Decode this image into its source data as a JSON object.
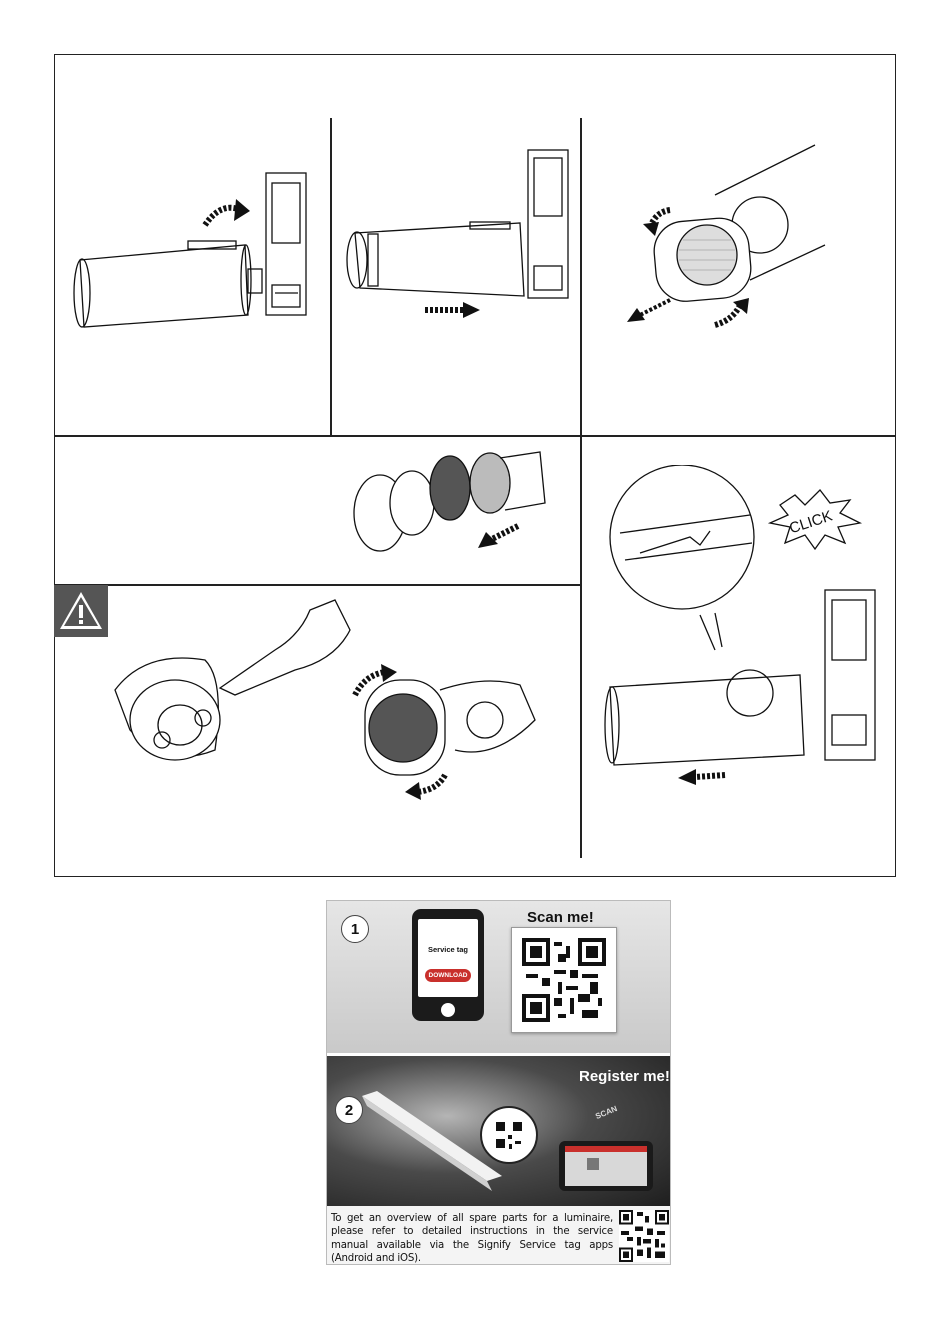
{
  "diagram": {
    "click_label": "CLICK"
  },
  "scan_card": {
    "step1": {
      "number": "1",
      "heading": "Scan me!",
      "phone_title": "Service tag",
      "phone_button": "DOWNLOAD"
    },
    "step2": {
      "number": "2",
      "heading": "Register me!",
      "scan_word": "SCAN"
    },
    "info_text": "To get an overview of all spare parts for a luminaire, please refer to detailed instructions in the service manual available via the Signify Service tag apps (Android and iOS)."
  },
  "colors": {
    "frame": "#222222",
    "warning": "#555555",
    "download": "#c9302c"
  }
}
